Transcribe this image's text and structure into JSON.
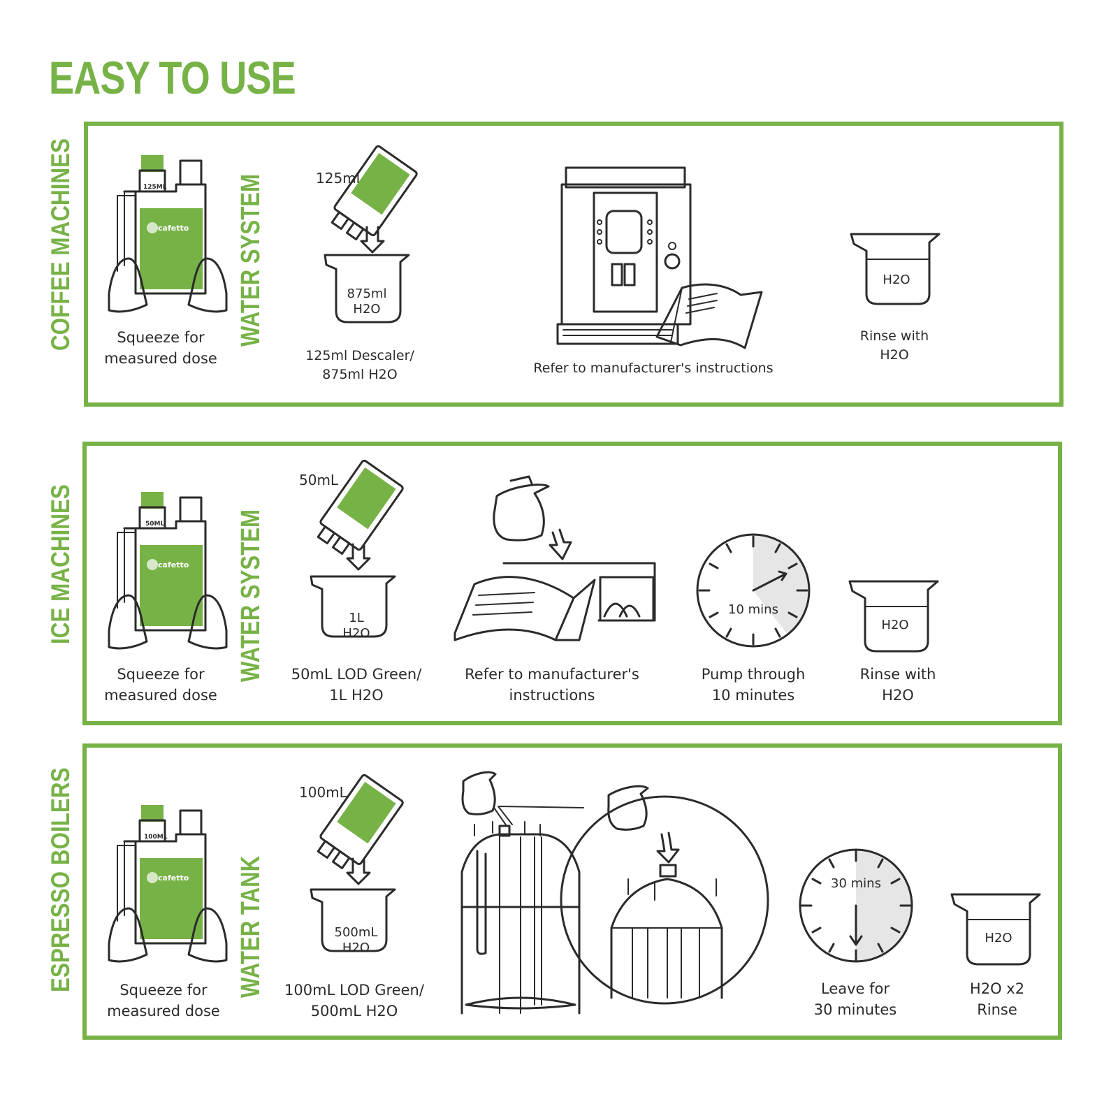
{
  "title": "EASY TO USE",
  "colors": {
    "brand_green": "#77b247",
    "line": "#2b2b2b"
  },
  "sections": [
    {
      "side_label": "COFFEE MACHINES",
      "system_label": "WATER SYSTEM",
      "bottle_label": "125ML",
      "bottle_brand": "cafetto",
      "squeeze_caption": [
        "Squeeze for",
        "measured dose"
      ],
      "dose_label": "125ml",
      "jug_text": [
        "875ml",
        "H2O"
      ],
      "dose_caption": [
        "125ml Descaler/",
        "875ml H2O"
      ],
      "manual_caption": "Refer to manufacturer's instructions",
      "rinse_jug_text": "H2O",
      "rinse_caption": [
        "Rinse with",
        "H2O"
      ]
    },
    {
      "side_label": "ICE MACHINES",
      "system_label": "WATER SYSTEM",
      "bottle_label": "50ML",
      "bottle_brand": "cafetto",
      "squeeze_caption": [
        "Squeeze for",
        "measured dose"
      ],
      "dose_label": "50mL",
      "jug_text": [
        "1L",
        "H2O"
      ],
      "dose_caption": [
        "50mL LOD Green/",
        "1L H2O"
      ],
      "manual_caption": [
        "Refer to manufacturer's",
        "instructions"
      ],
      "clock_text": "10 mins",
      "clock_caption": [
        "Pump through",
        "10 minutes"
      ],
      "rinse_jug_text": "H2O",
      "rinse_caption": [
        "Rinse with",
        "H2O"
      ]
    },
    {
      "side_label": "ESPRESSO BOILERS",
      "system_label": "WATER TANK",
      "bottle_label": "100ML",
      "bottle_brand": "cafetto",
      "squeeze_caption": [
        "Squeeze for",
        "measured dose"
      ],
      "dose_label": "100mL",
      "jug_text": [
        "500mL",
        "H2O"
      ],
      "dose_caption": [
        "100mL LOD Green/",
        "500mL H2O"
      ],
      "clock_text": "30 mins",
      "clock_caption": [
        "Leave for",
        "30 minutes"
      ],
      "rinse_jug_text": "H2O",
      "rinse_caption": [
        "H2O x2",
        "Rinse"
      ]
    }
  ]
}
